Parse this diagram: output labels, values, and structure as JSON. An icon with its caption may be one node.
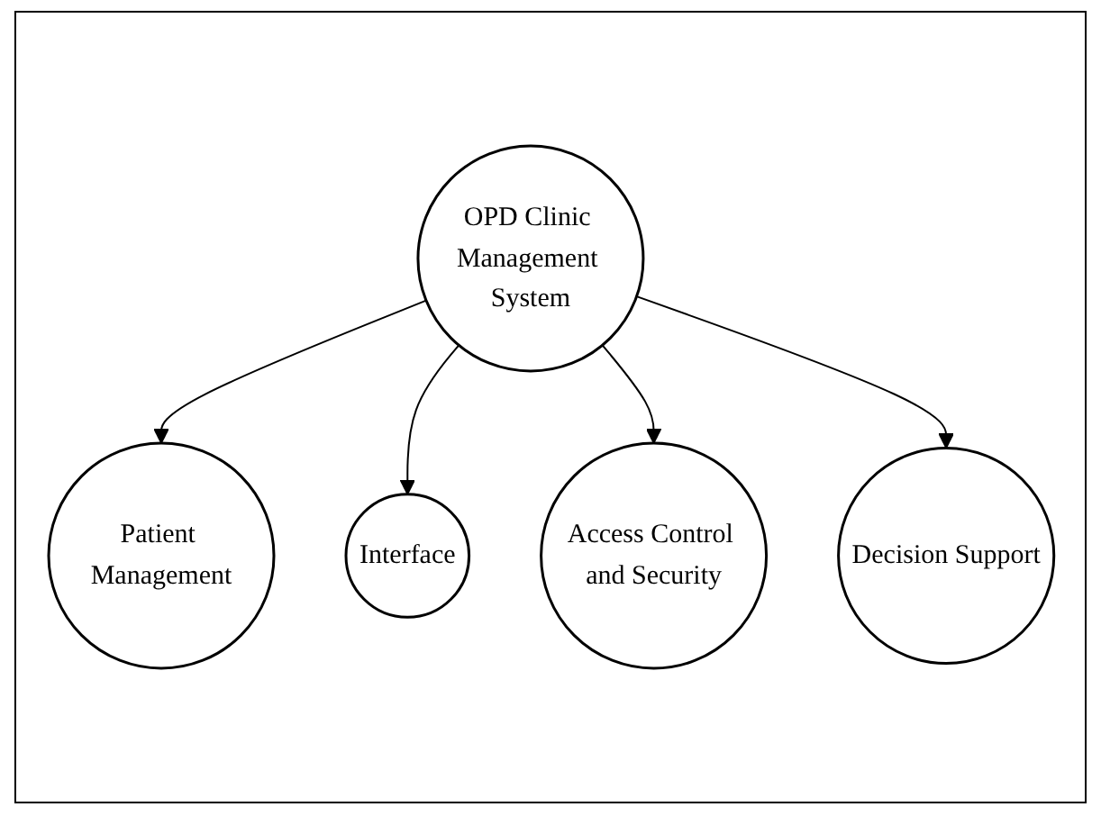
{
  "diagram": {
    "nodes": [
      {
        "text": [
          "Patient Management"
        ]
      },
      {
        "text": [
          "Interface"
        ]
      },
      {
        "text": [
          "OPD Clinic Management System"
        ]
      },
      {
        "text": [
          "Access Control and Security"
        ]
      },
      {
        "text": [
          "Decision Support"
        ]
      }
    ],
    "edges": [
      {
        "from": 2,
        "to": 0,
        "arrow": "to"
      },
      {
        "from": 2,
        "to": 1,
        "arrow": "to"
      },
      {
        "from": 2,
        "to": 3,
        "arrow": "to"
      },
      {
        "from": 2,
        "to": 4,
        "arrow": "to"
      }
    ]
  }
}
